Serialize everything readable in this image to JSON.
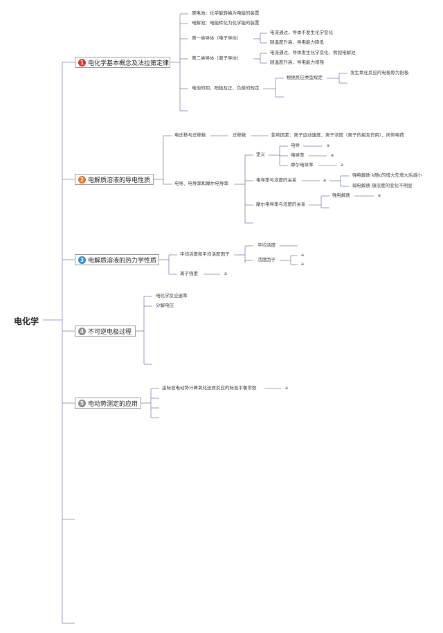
{
  "root": "电化学",
  "branches": [
    {
      "num": "1",
      "label": "电化学基本概念及法拉第定律",
      "color": "#d93025"
    },
    {
      "num": "2",
      "label": "电解质溶液的导电性质",
      "color": "#e8711c"
    },
    {
      "num": "3",
      "label": "电解质溶液的热力学性质",
      "color": "#2a8bd0"
    },
    {
      "num": "4",
      "label": "不可逆电极过程",
      "color": "#8a8a8a"
    },
    {
      "num": "5",
      "label": "电动势测定的应用",
      "color": "#8a8a8a"
    }
  ],
  "b1": {
    "primary_cell": "原电池：化学能转换为电能的装置",
    "electrolytic_cell": "电解池：电能转化为化学能的装置",
    "conductor1": "第一类导体（电子导体）",
    "conductor1_a": "电流通过，导体不发生化学变化",
    "conductor1_b": "随温度升高，导电能力降低",
    "conductor2": "第二类导体（离子导体）",
    "conductor2_a": "电流通过，导体发生化学变化，例如电解池",
    "conductor2_b": "随温度升高，导电能力增强",
    "electrode_rule": "电池的阴、阳极及正、负极的规定",
    "by_reaction": "根据反应类型规定",
    "anode_rule": "发生氧化反应的电极称为阳极"
  },
  "b2": {
    "migration": "电迁移与迁移数",
    "transference_number": "迁移数",
    "factors": "影响因素：离子运动速度，离子浓度（离子的相互作用），所带电荷",
    "conductance_group": "电导、电导率和摩尔电导率",
    "definition": "定义",
    "conductance": "电导",
    "conductivity": "电导率",
    "molar_conductivity": "摩尔电导率",
    "a": "a",
    "cond_vs_conc": "电导率与浓度的关系",
    "strong_electrolyte_k": "强电解质 k随c的增大先增大后减小",
    "weak_electrolyte_k": "弱电解质 随浓度的变化不明显",
    "molar_vs_conc": "摩尔电导率与浓度的关系",
    "strong_electrolyte": "强电解质"
  },
  "b3": {
    "mean_activity": "平均活度和平均活度因子",
    "mean_activity_short": "平均活度",
    "activity_factor": "活度因子",
    "ionic_strength": "离子强度",
    "a": "a"
  },
  "b4": {
    "rate": "电化学反应速率",
    "decomposition_voltage": "分解电压"
  },
  "b5": {
    "equilibrium_constant": "由标准电动势计算氧化还原反应的标准平衡常数",
    "a": "a"
  }
}
